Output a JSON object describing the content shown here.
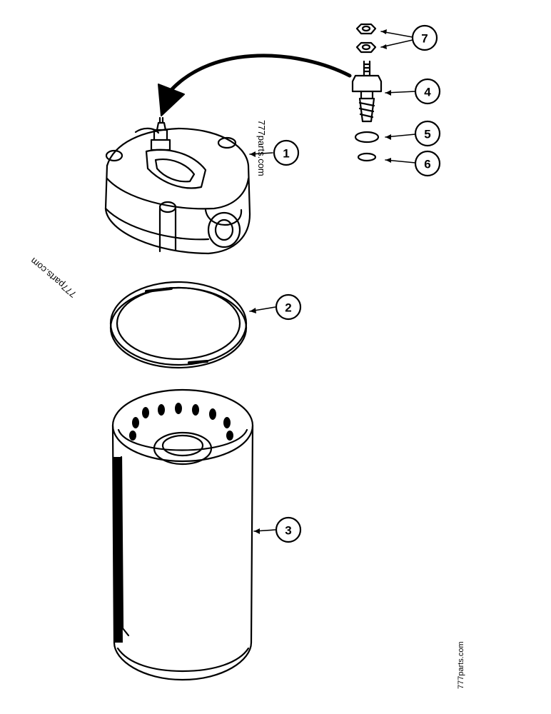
{
  "callouts": [
    {
      "id": "1",
      "label": "1"
    },
    {
      "id": "2",
      "label": "2"
    },
    {
      "id": "3",
      "label": "3"
    },
    {
      "id": "4",
      "label": "4"
    },
    {
      "id": "5",
      "label": "5"
    },
    {
      "id": "6",
      "label": "6"
    },
    {
      "id": "7",
      "label": "7"
    }
  ],
  "watermarks": {
    "mark1": "777parts.com",
    "mark2": "777parts.com",
    "mark3": "777parts.com"
  },
  "colors": {
    "line": "#000000",
    "background": "#ffffff"
  }
}
